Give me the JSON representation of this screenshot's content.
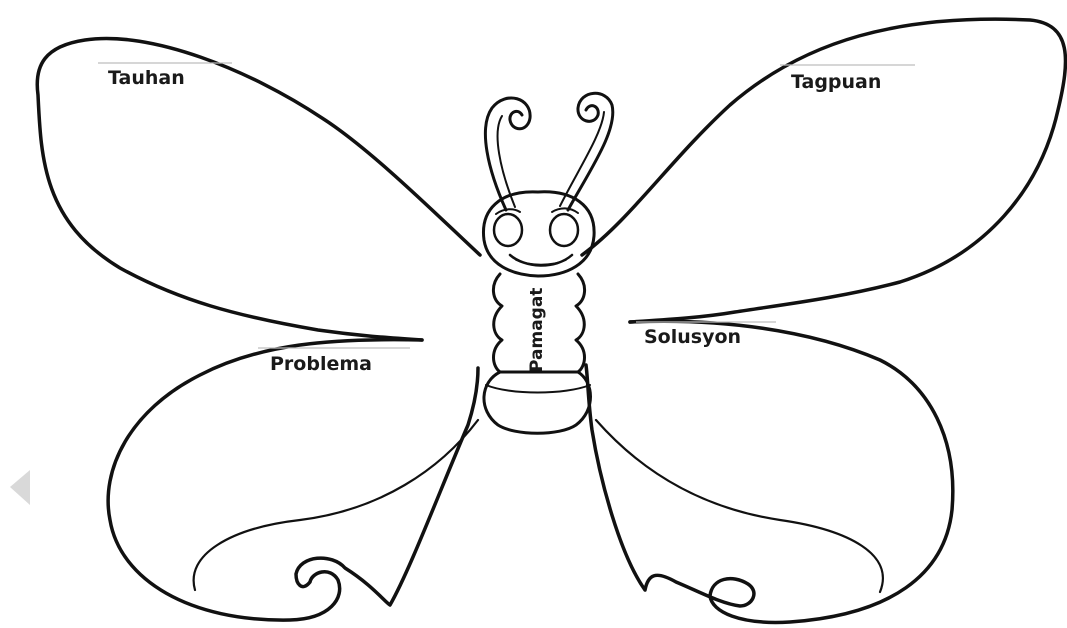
{
  "labels": {
    "top_left_wing": "Tauhan",
    "top_right_wing": "Tagpuan",
    "bottom_left_wing": "Problema",
    "bottom_right_wing": "Solusyon",
    "body": "Pamagat"
  },
  "colors": {
    "outline": "#111111",
    "background": "#ffffff",
    "nav_arrow": "#d9d9d9"
  },
  "icons": {
    "nav_arrow": "triangle-left-icon"
  }
}
